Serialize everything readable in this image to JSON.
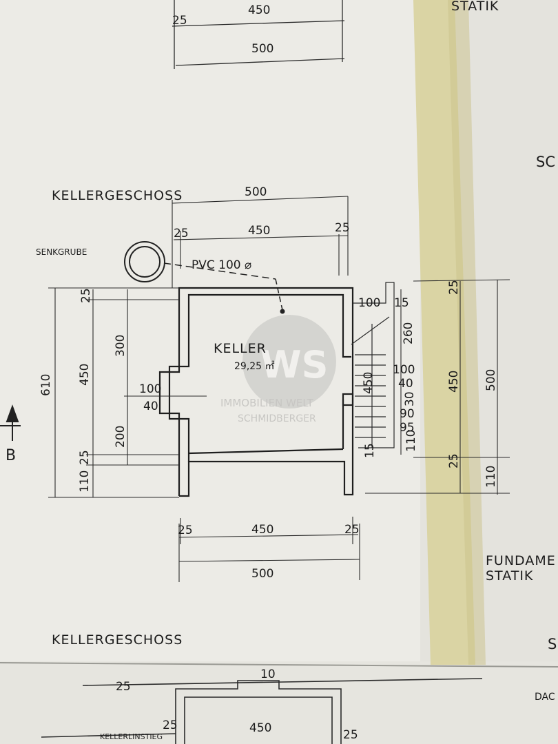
{
  "top_dims": {
    "d25": "25",
    "d450": "450",
    "d500": "500"
  },
  "right_strip": {
    "statik_top": "STATIK",
    "sc": "SC",
    "fundament": "FUNDAME",
    "statik": "STATIK",
    "s_edge": "S"
  },
  "plan": {
    "title": "KELLERGESCHOSS",
    "footer_title": "KELLERGESCHOSS",
    "senkgrube": "SENKGRUBE",
    "pvc": "PVC  100 ⌀",
    "room_name": "KELLER",
    "room_area": "29,25 ㎡",
    "section_marker": "B",
    "watermark": {
      "mark": "WS",
      "line1": "IMMOBILIEN WELT",
      "line2": "SCHMIDBERGER"
    },
    "dims": {
      "top_500": "500",
      "top_450": "450",
      "top_25l": "25",
      "top_25r": "25",
      "left_610": "610",
      "left_25": "25",
      "left_450": "450",
      "left_25b": "25",
      "left_110": "110",
      "inner_300": "300",
      "inner_200": "200",
      "niche_100": "100",
      "niche_40": "40",
      "bot_25l": "25",
      "bot_450": "450",
      "bot_25r": "25",
      "bot_500": "500",
      "stair_100": "100",
      "stair_15": "15",
      "stair_260": "260",
      "stair_450": "450",
      "stair_100b": "100",
      "stair_40": "40",
      "stair_30": "30",
      "stair_90": "90",
      "stair_95": "95",
      "stair_110": "110",
      "stair_15b": "15",
      "right_25": "25",
      "right_450": "450",
      "right_500": "500",
      "right_25b": "25",
      "right_110": "110"
    }
  },
  "next_sheet": {
    "d25": "25",
    "d450": "450",
    "d25r": "25",
    "d10": "10",
    "label": "KELLERLINSTIEG",
    "dac": "DAC"
  }
}
